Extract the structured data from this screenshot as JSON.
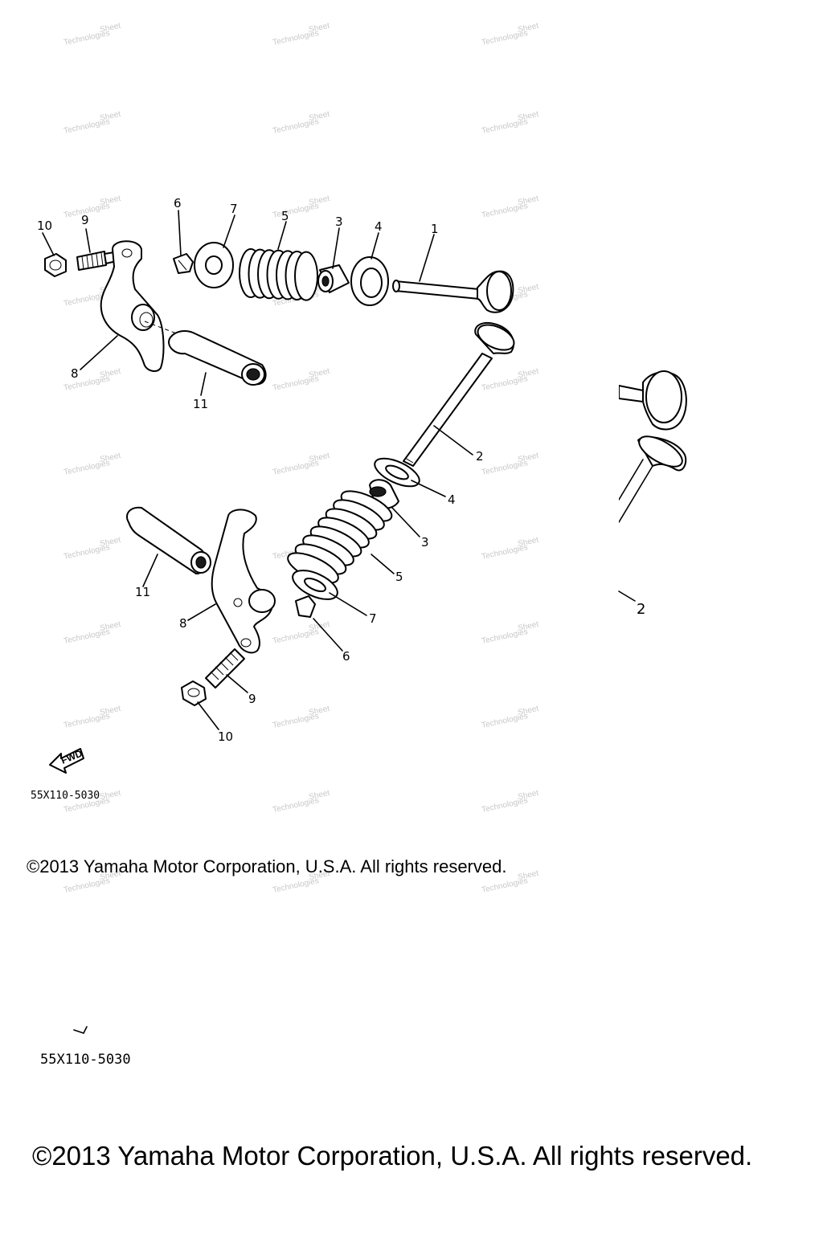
{
  "callouts_top": [
    "10",
    "9",
    "6",
    "7",
    "5",
    "3",
    "4",
    "1",
    "8",
    "11"
  ],
  "callouts_bottom": [
    "2",
    "4",
    "3",
    "5",
    "7",
    "6",
    "11",
    "8",
    "9",
    "10"
  ],
  "callout_right": "2",
  "fwd_label": "FWD",
  "diagram_code": "55X110-5030",
  "copyright": "©2013 Yamaha Motor Corporation, U.S.A. All rights reserved.",
  "watermark": [
    "Sheet",
    "Technologies"
  ]
}
